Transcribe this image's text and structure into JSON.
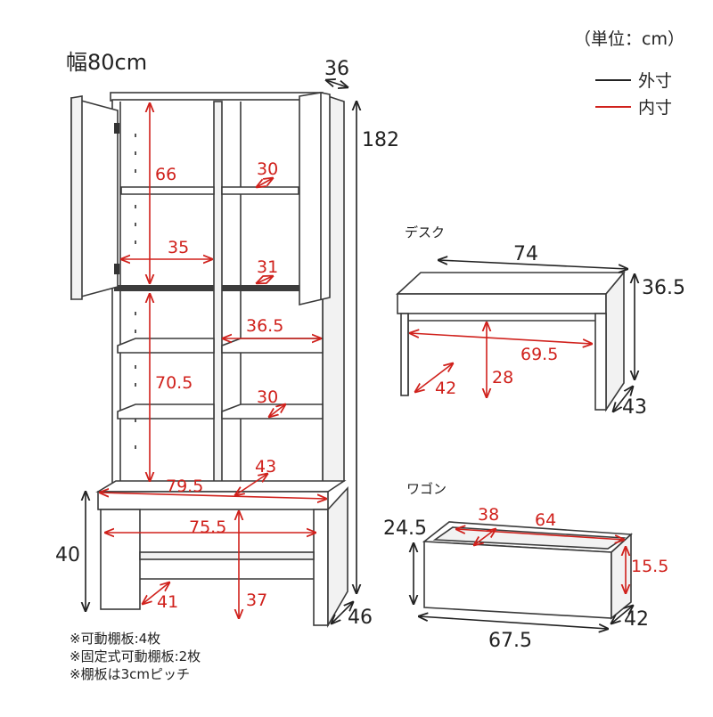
{
  "units_note": "（単位：cm）",
  "legend": {
    "outer": {
      "label": "外寸",
      "color": "#222222"
    },
    "inner": {
      "label": "内寸",
      "color": "#d0211c"
    }
  },
  "shelf": {
    "width_label": "幅80cm",
    "outer": {
      "depth": "36",
      "height": "182",
      "lower_height": "40",
      "lower_depth": "46"
    },
    "inner": {
      "upper_height": "66",
      "compartment_width": "35",
      "upper_depth": "30",
      "fixed_shelf_depth": "31",
      "middle_width": "36.5",
      "middle_height": "70.5",
      "middle_depth": "30",
      "total_width": "79.5",
      "counter_depth": "43",
      "lower_width": "75.5",
      "lower_knee_depth": "41",
      "lower_knee_height": "37"
    }
  },
  "desk": {
    "label": "デスク",
    "outer": {
      "width": "74",
      "height": "36.5",
      "depth": "43"
    },
    "inner": {
      "width": "69.5",
      "height": "28",
      "depth": "42"
    }
  },
  "wagon": {
    "label": "ワゴン",
    "outer": {
      "height": "24.5",
      "width": "67.5",
      "depth": "42"
    },
    "inner": {
      "depth": "38",
      "width": "64",
      "height": "15.5"
    }
  },
  "notes": [
    "※可動棚板:4枚",
    "※固定式可動棚板:2枚",
    "※棚板は3cmピッチ"
  ]
}
